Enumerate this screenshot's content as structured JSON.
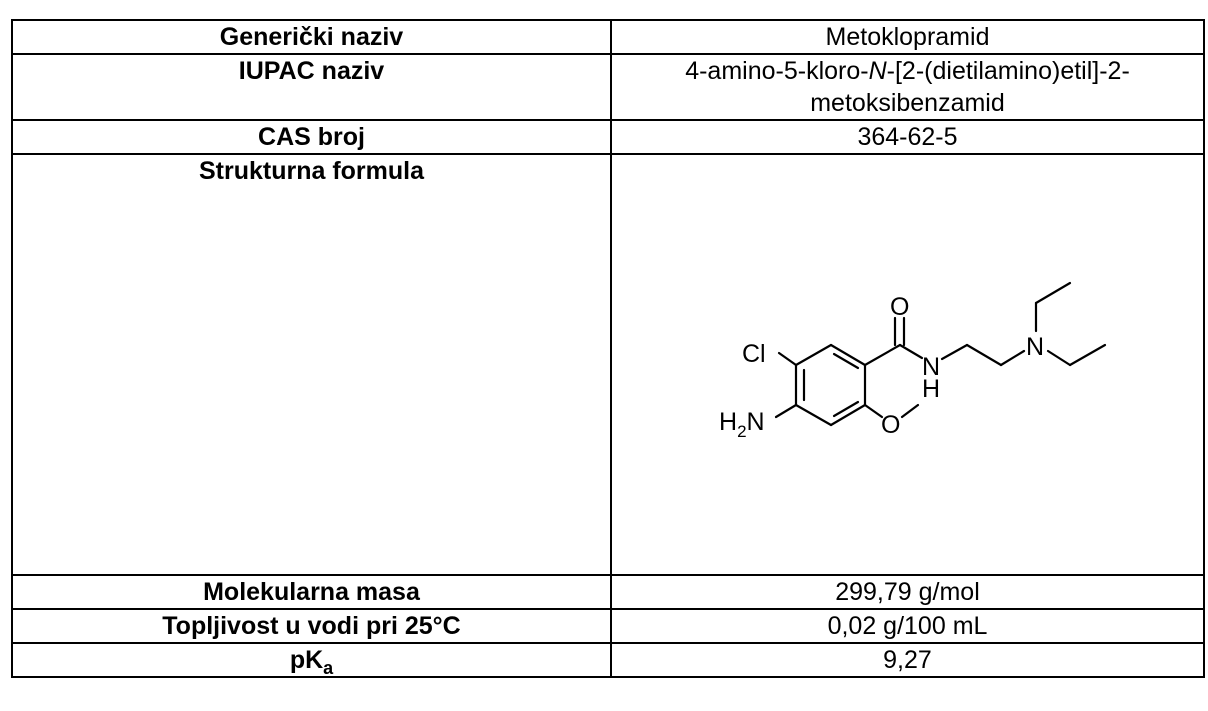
{
  "rows": {
    "generic": {
      "label": "Generički naziv",
      "value": "Metoklopramid"
    },
    "iupac": {
      "label": "IUPAC naziv",
      "value_part1": "4-amino-5-kloro-",
      "value_italic": "N",
      "value_part2": "-[2-(dietilamino)etil]-2-",
      "value_line2": "metoksibenzamid"
    },
    "cas": {
      "label": "CAS broj",
      "value": "364-62-5"
    },
    "formula": {
      "label": "Strukturna formula",
      "atoms": {
        "cl": "Cl",
        "o_carbonyl": "O",
        "n_amide": "N",
        "h_amide": "H",
        "n_amine": "N",
        "o_methoxy": "O",
        "h2n_h": "H",
        "h2n_sub": "2",
        "h2n_n": "N"
      }
    },
    "mass": {
      "label": "Molekularna masa",
      "value": "299,79 g/mol"
    },
    "solubility": {
      "label": "Topljivost u vodi pri 25°C",
      "value": "0,02 g/100 mL"
    },
    "pka": {
      "label_main": "pK",
      "label_sub": "a",
      "value": "9,27"
    }
  }
}
